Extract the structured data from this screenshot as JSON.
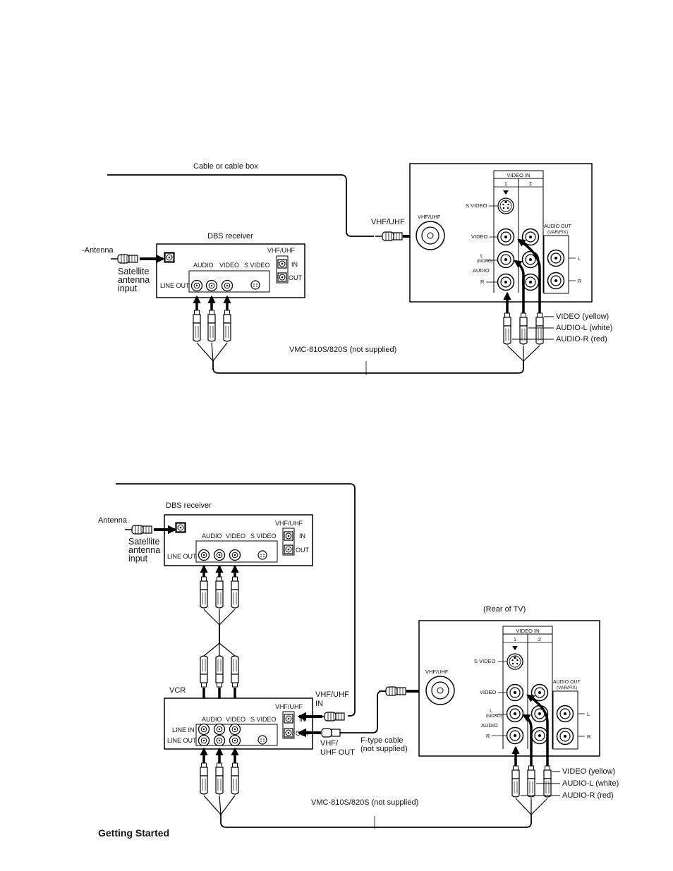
{
  "diagram1": {
    "cable_label": "Cable or cable box",
    "vhf_uhf_label": "VHF/UHF",
    "dbs": {
      "title": "DBS receiver",
      "antenna": "-Antenna",
      "sat1": "Satellite",
      "sat2": "antenna",
      "sat3": "input",
      "audio": "AUDIO",
      "video": "VIDEO",
      "svideo": "S VIDEO",
      "vhfuhf": "VHF/UHF",
      "in": "IN",
      "out": "OUT",
      "lineout": "LINE OUT"
    },
    "tv": {
      "video_in": "VIDEO IN",
      "col1": "1",
      "col2": "2",
      "svideo": "S VIDEO",
      "video": "VIDEO",
      "l": "L",
      "mono": "(MONO)",
      "audio": "AUDIO",
      "r": "R",
      "vhfuhf": "VHF/UHF",
      "audio_out": "AUDIO OUT",
      "varfix": "(VAR/FIX)",
      "out_l": "L",
      "out_r": "R"
    },
    "video_yellow": "VIDEO (yellow)",
    "audio_l_white": "AUDIO-L (white)",
    "audio_r_red": "AUDIO-R (red)",
    "vmc": "VMC-810S/820S (not supplied)"
  },
  "diagram2": {
    "dbs": {
      "title": "DBS receiver",
      "antenna": "Antenna",
      "sat1": "Satellite",
      "sat2": "antenna",
      "sat3": "input",
      "audio": "AUDIO",
      "video": "VIDEO",
      "svideo": "S VIDEO",
      "vhfuhf": "VHF/UHF",
      "in": "IN",
      "out": "OUT",
      "lineout": "LINE OUT"
    },
    "rear_of_tv": "(Rear of TV)",
    "tv": {
      "video_in": "VIDEO IN",
      "col1": "1",
      "col2": "2",
      "svideo": "S VIDEO",
      "video": "VIDEO",
      "l": "L",
      "mono": "(MONO)",
      "audio": "AUDIO",
      "r": "R",
      "vhfuhf": "VHF/UHF",
      "audio_out": "AUDIO OUT",
      "varfix": "(VAR/FIX)",
      "out_l": "L",
      "out_r": "R"
    },
    "vcr": {
      "title": "VCR",
      "vhfuhf": "VHF/UHF",
      "audio": "AUDIO",
      "video": "VIDEO",
      "svideo": "S VIDEO",
      "linein": "LINE IN",
      "lineout": "LINE OUT",
      "in": "IN",
      "out": "OUT"
    },
    "vhf_uhf_in_1": "VHF/UHF",
    "vhf_uhf_in_2": "IN",
    "vhf_uhf_out_1": "VHF/",
    "vhf_uhf_out_2": "UHF OUT",
    "ftype_1": "F-type cable",
    "ftype_2": "(not supplied)",
    "video_yellow": "VIDEO (yellow)",
    "audio_l_white": "AUDIO-L (white)",
    "audio_r_red": "AUDIO-R (red)",
    "vmc": "VMC-810S/820S (not supplied)"
  },
  "footer": {
    "section": "Getting Started"
  }
}
